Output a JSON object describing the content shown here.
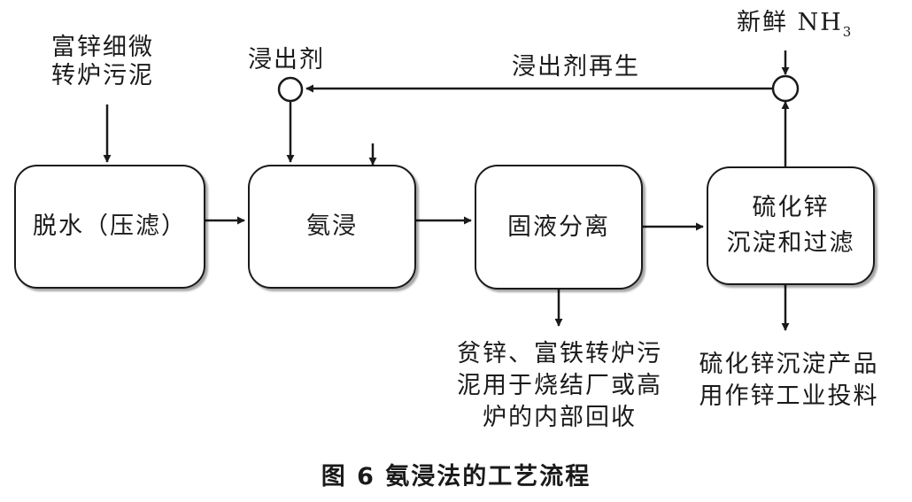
{
  "inputs": {
    "feed": "富锌细微\n转炉污泥",
    "leach_agent": "浸出剂",
    "fresh_nh3_main": "新鲜 NH",
    "fresh_nh3_sub": "3",
    "regen": "浸出剂再生"
  },
  "boxes": {
    "dewater": "脱水（压滤）",
    "ammonia_leach": "氨浸",
    "separation": "固液分离",
    "precipitation": "硫化锌\n沉淀和过滤"
  },
  "outputs": {
    "residue": "贫锌、富铁转炉污\n泥用于烧结厂或高\n炉的内部回收",
    "product": "硫化锌沉淀产品\n用作锌工业投料"
  },
  "caption": "图 6   氨浸法的工艺流程"
}
